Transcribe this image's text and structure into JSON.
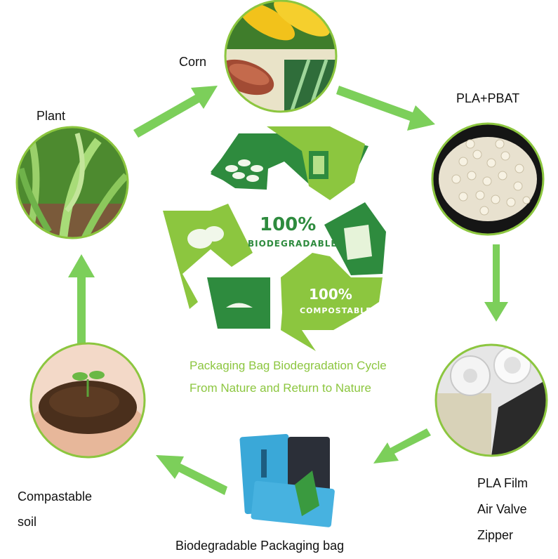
{
  "nodes": {
    "corn": "Corn",
    "pla_pbat": "PLA+PBAT",
    "plant": "Plant",
    "pla_film": "PLA Film",
    "air_valve": "Air Valve",
    "zipper": "Zipper",
    "compost_soil_line1": "Compastable",
    "compost_soil_line2": "soil",
    "packaging_bag": "Biodegradable Packaging bag"
  },
  "center": {
    "biodegradable_pct": "100%",
    "biodegradable_word": "BIODEGRADABLE",
    "compostable_pct": "100%",
    "compostable_word": "COMPOSTABLE"
  },
  "caption": {
    "line1": "Packaging Bag Biodegradation Cycle",
    "line2": "From Nature and Return to Nature"
  },
  "colors": {
    "dark_green": "#2e8b3e",
    "light_green": "#8cc63f",
    "arrow_green": "#7ccf5a"
  }
}
